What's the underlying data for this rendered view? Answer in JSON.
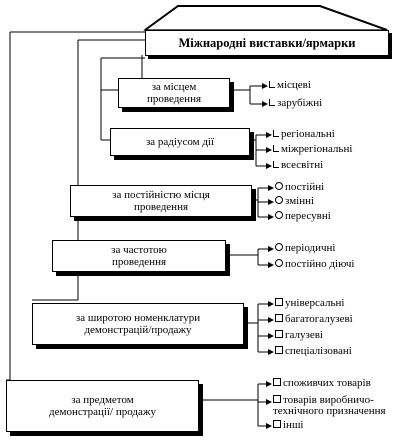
{
  "title": "Міжнародні виставки/ярмарки",
  "groups": [
    {
      "label": "за місцем проведення",
      "items": [
        "місцеві",
        "зарубіжні"
      ]
    },
    {
      "label": "за радіусом дії",
      "items": [
        "регіональні",
        "міжрегіональні",
        "всесвітні"
      ]
    },
    {
      "label": "за постійністю місця проведення",
      "items": [
        "постійні",
        "змінні",
        "пересувні"
      ]
    },
    {
      "label": "за частотою проведення",
      "items": [
        "періодичні",
        "постійно діючі"
      ]
    },
    {
      "label": "за широтою номенклатури демонстрацій/продажу",
      "items": [
        "універсальні",
        "багатогалузеві",
        "галузеві",
        "спеціалізовані"
      ]
    },
    {
      "label": "за предметом демонстрації/ продажу",
      "items": [
        "споживчих товарів",
        "товарів виробничо-технічного призначення",
        "інші"
      ]
    }
  ]
}
